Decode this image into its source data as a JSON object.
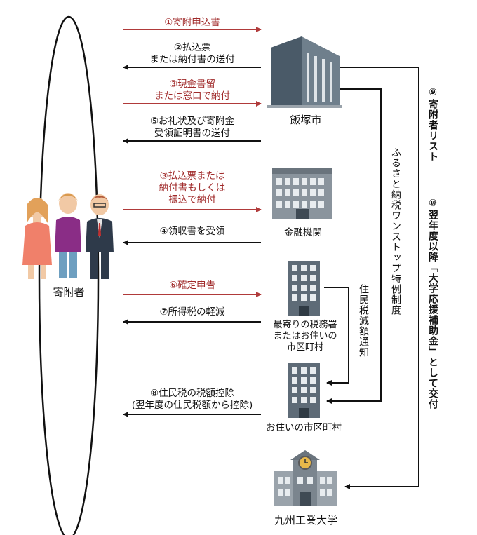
{
  "donor_label": "寄附者",
  "city_label": "飯塚市",
  "bank_label": "金融機関",
  "tax_office_label_1": "最寄りの税務署",
  "tax_office_label_2": "またはお住いの",
  "tax_office_label_3": "市区町村",
  "residence_label": "お住いの市区町村",
  "university_label": "九州工業大学",
  "steps": {
    "s1": "①寄附申込書",
    "s2a": "②払込票",
    "s2b": "または納付書の送付",
    "s3a": "③現金書留",
    "s3b": "または窓口で納付",
    "s5a": "⑤お礼状及び寄附金",
    "s5b": "受領証明書の送付",
    "s3c1": "③払込票または",
    "s3c2": "納付書もしくは",
    "s3c3": "振込で納付",
    "s4": "④領収書を受領",
    "s6": "⑥確定申告",
    "s7": "⑦所得税の軽減",
    "s8a": "⑧住民税の税額控除",
    "s8b": "(翌年度の住民税額から控除)"
  },
  "vertical": {
    "resident_notice": "住民税減額通知",
    "one_stop": "ふるさと納税ワンストップ特例制度",
    "list9": "⑨寄附者リスト",
    "grant10": "⑩翌年度以降「大学応援補助金」として交付"
  },
  "colors": {
    "red_arrow": "#b03a3a",
    "black_arrow": "#111111",
    "building_dark": "#5e6b77",
    "building_light": "#9aa3ab"
  }
}
